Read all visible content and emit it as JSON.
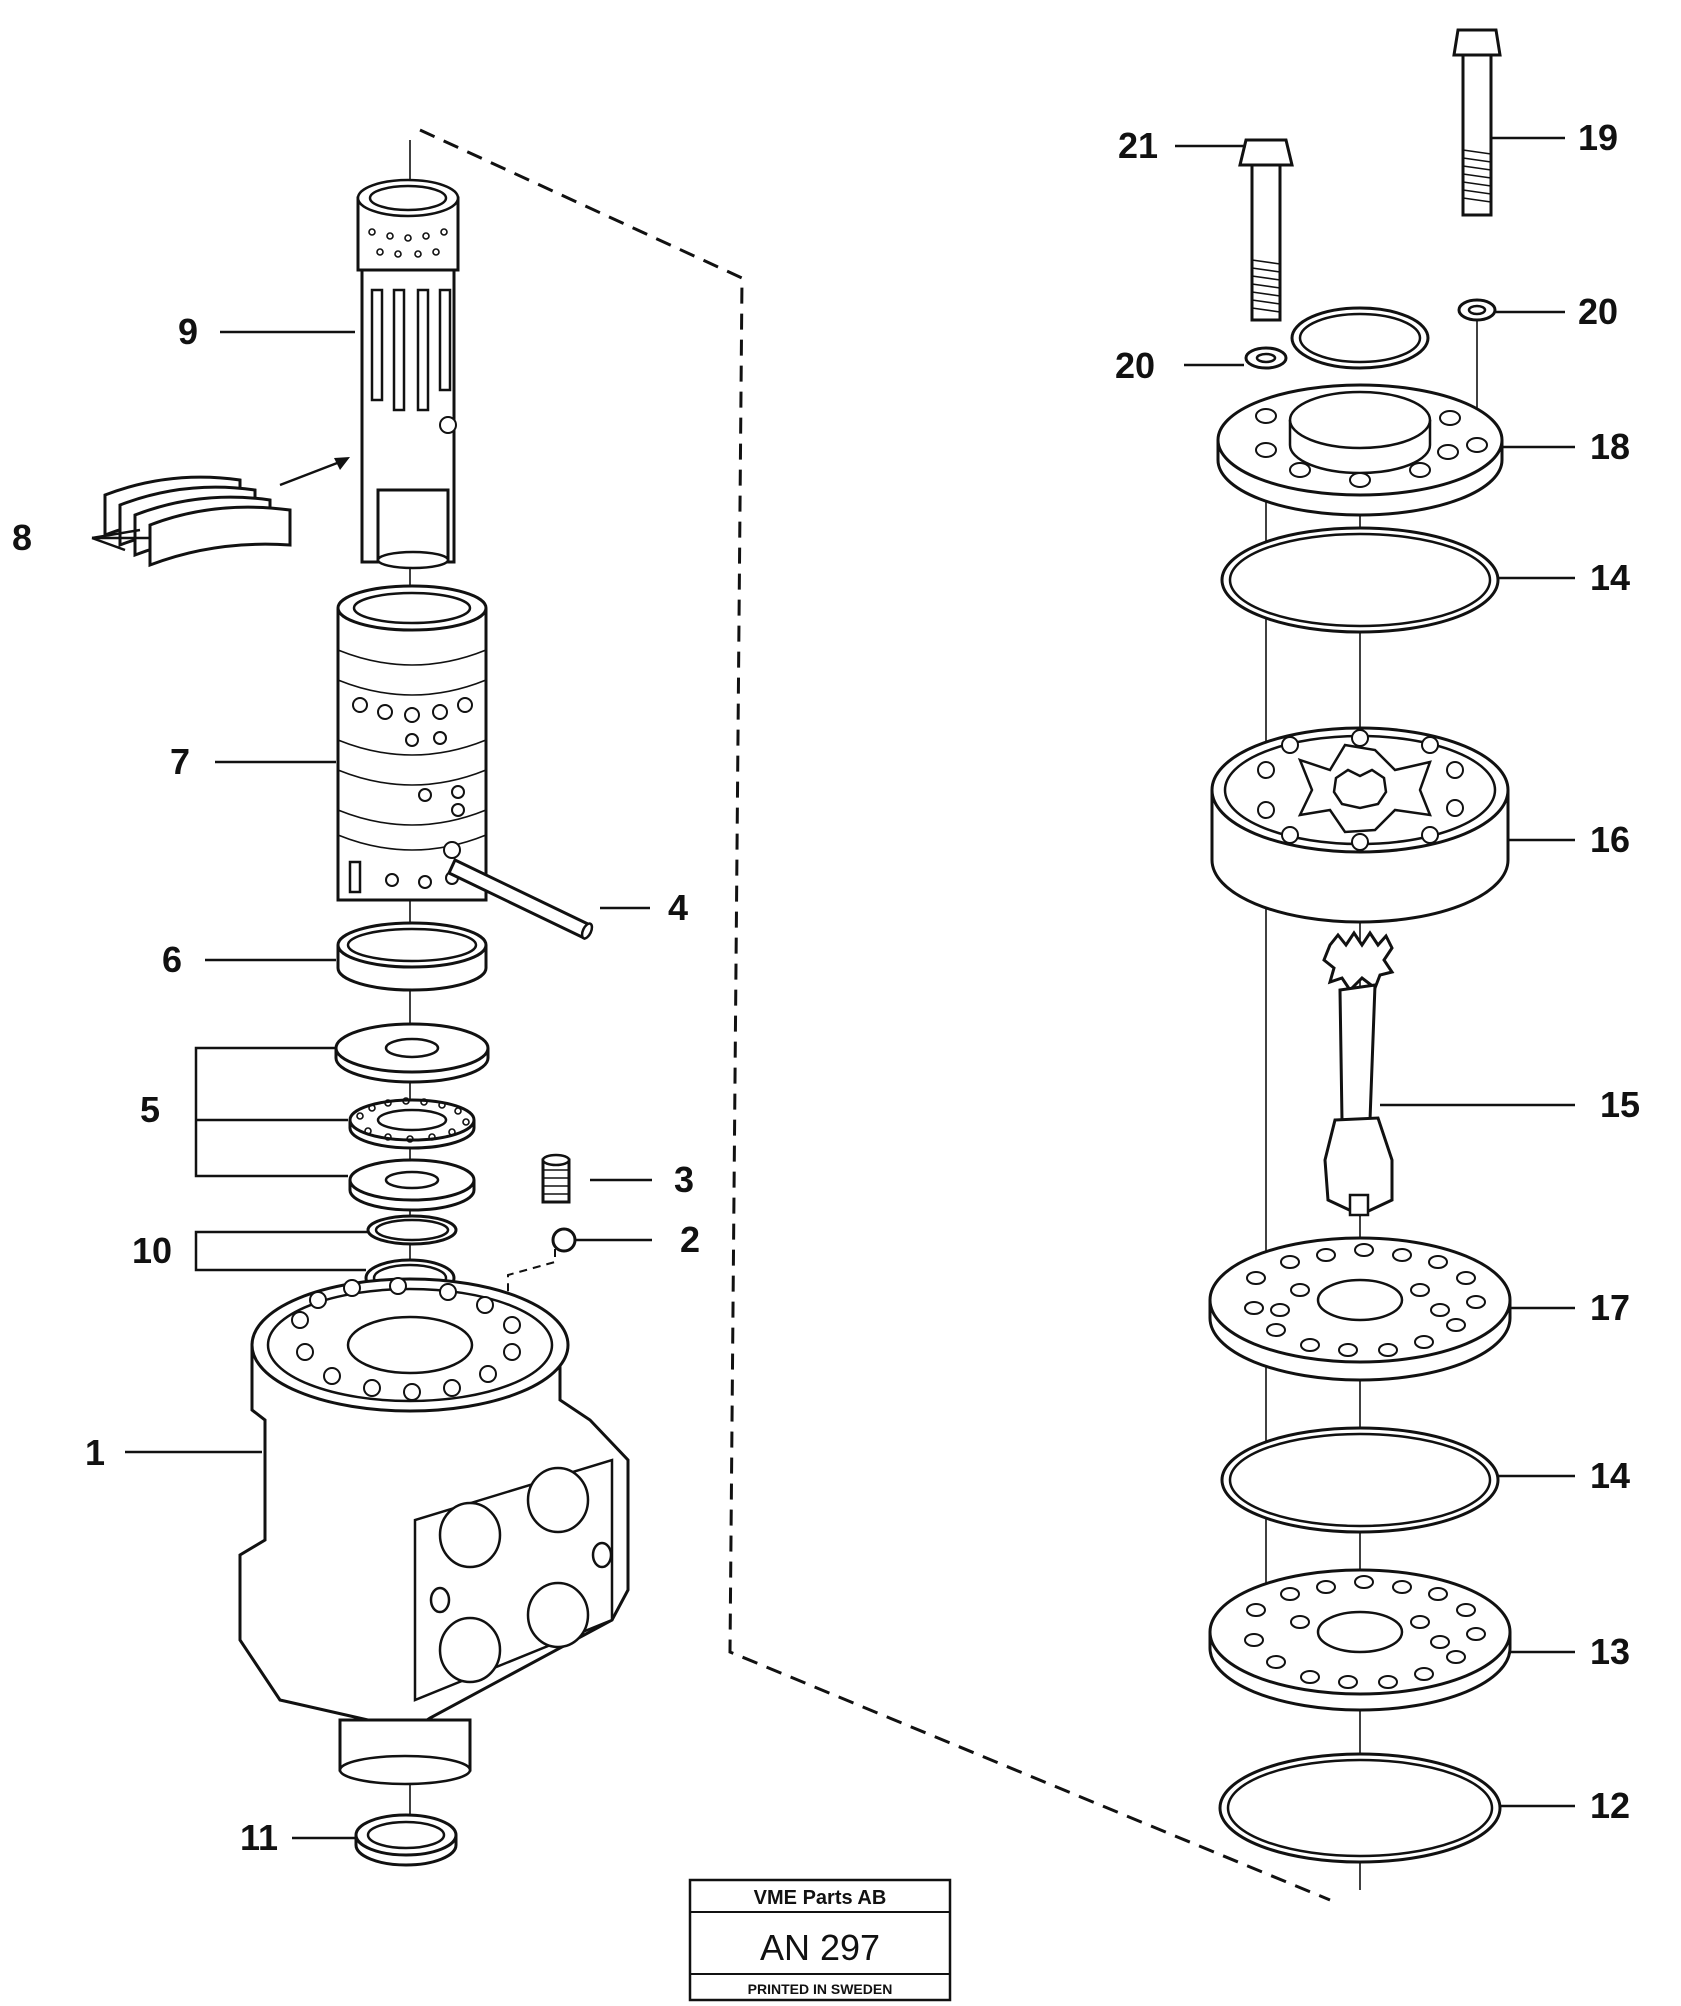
{
  "callouts": {
    "c1": "1",
    "c2": "2",
    "c3": "3",
    "c4": "4",
    "c5": "5",
    "c6": "6",
    "c7": "7",
    "c8": "8",
    "c9": "9",
    "c10": "10",
    "c11": "11",
    "c12": "12",
    "c13": "13",
    "c14a": "14",
    "c14b": "14",
    "c15": "15",
    "c16": "16",
    "c17": "17",
    "c18": "18",
    "c19": "19",
    "c20a": "20",
    "c20b": "20",
    "c21": "21"
  },
  "stamp": {
    "company": "VME Parts AB",
    "code": "AN 297",
    "printed": "PRINTED IN SWEDEN"
  }
}
